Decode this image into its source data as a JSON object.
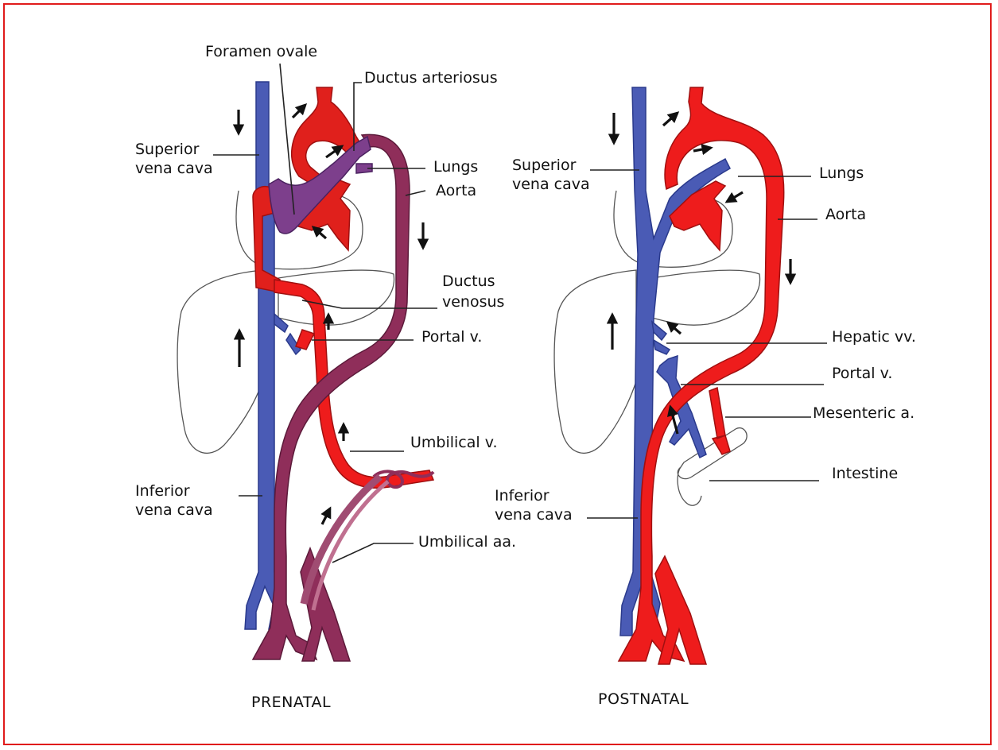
{
  "colors": {
    "border": "#e01b1b",
    "venous_blue": "#4a5bb5",
    "arterial_red": "#ee1c1c",
    "mixed_purple": "#8f2e5a",
    "ductus_purple": "#7d3f8c",
    "label_text": "#111111"
  },
  "prenatal": {
    "caption": "PRENATAL",
    "labels": {
      "foramen_ovale": "Foramen ovale",
      "ductus_arteriosus": "Ductus arteriosus",
      "superior_vena_cava": [
        "Superior",
        "vena cava"
      ],
      "lungs": "Lungs",
      "aorta": "Aorta",
      "ductus_venosus": [
        "Ductus",
        "venosus"
      ],
      "portal_v": "Portal v.",
      "umbilical_v": "Umbilical v.",
      "inferior_vena_cava": [
        "Inferior",
        "vena cava"
      ],
      "umbilical_aa": "Umbilical aa."
    }
  },
  "postnatal": {
    "caption": "POSTNATAL",
    "labels": {
      "superior_vena_cava": [
        "Superior",
        "vena cava"
      ],
      "lungs": "Lungs",
      "aorta": "Aorta",
      "hepatic_vv": "Hepatic vv.",
      "portal_v": "Portal v.",
      "mesenteric_a": "Mesenteric a.",
      "intestine": "Intestine",
      "inferior_vena_cava": [
        "Inferior",
        "vena cava"
      ]
    }
  }
}
